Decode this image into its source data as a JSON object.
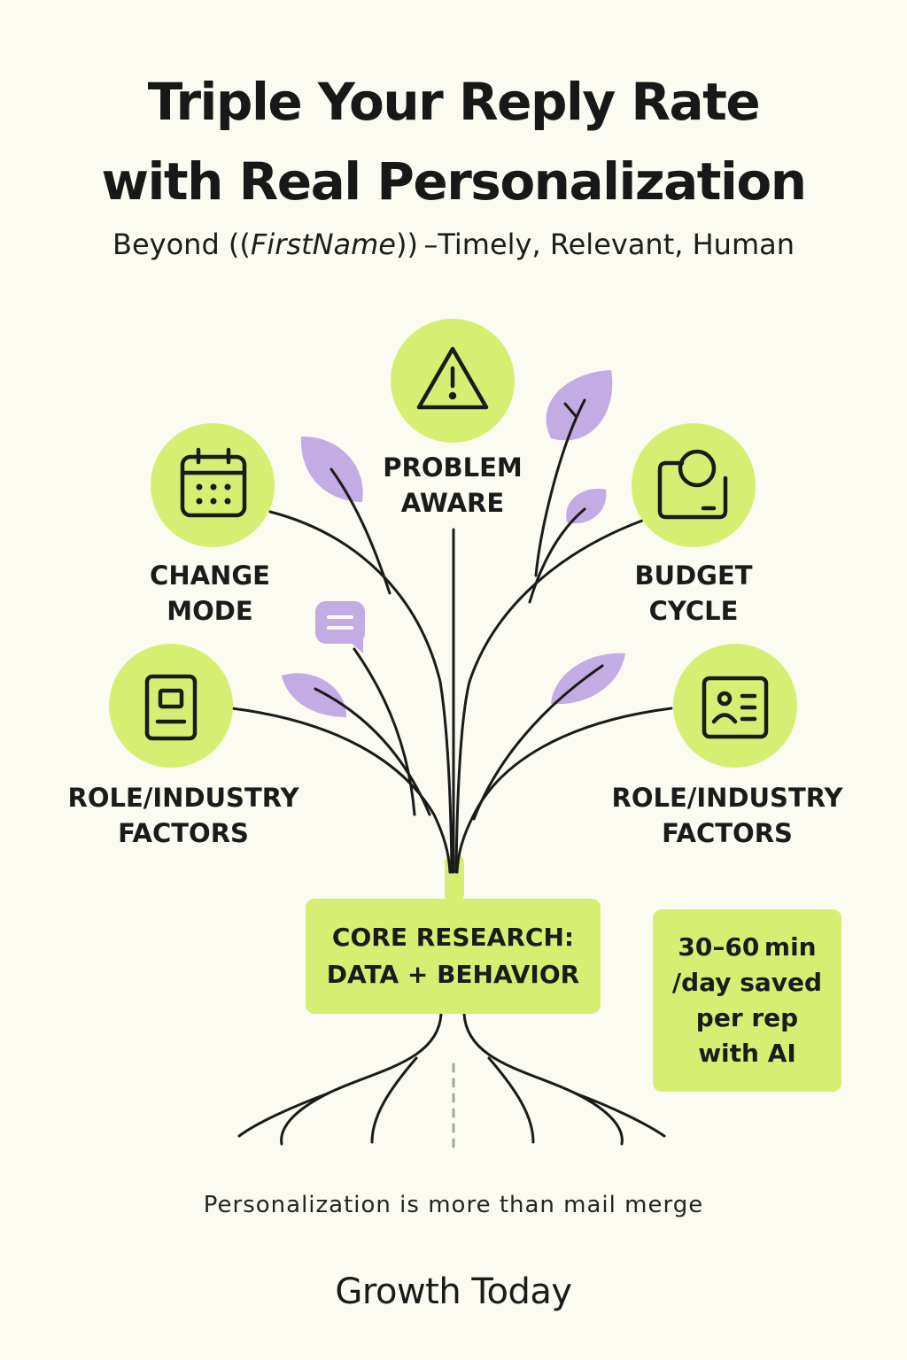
{
  "header": {
    "title_line1": "Triple Your Reply Rate",
    "title_line2": "with Real Personalization",
    "subtitle_prefix": "Beyond ((",
    "subtitle_emph": "FirstName",
    "subtitle_suffix": ")) –Timely, Relevant, Human"
  },
  "nodes": [
    {
      "id": "problem-aware",
      "icon": "warning-icon",
      "line1": "PROBLEM",
      "line2": "AWARE"
    },
    {
      "id": "change-mode",
      "icon": "calendar-icon",
      "line1": "CHANGE",
      "line2": "MODE"
    },
    {
      "id": "budget-cycle",
      "icon": "wallet-icon",
      "line1": "BUDGET",
      "line2": "CYCLE"
    },
    {
      "id": "role-industry-left",
      "icon": "document-icon",
      "line1": "ROLE/INDUSTRY",
      "line2": "FACTORS"
    },
    {
      "id": "role-industry-right",
      "icon": "id-card-icon",
      "line1": "ROLE/INDUSTRY",
      "line2": "FACTORS"
    }
  ],
  "core": {
    "line1": "CORE RESEARCH:",
    "line2": "DATA + BEHAVIOR"
  },
  "stat": {
    "line1": "30–60 min",
    "line2": "/day saved",
    "line3": "per rep",
    "line4": "with AI"
  },
  "footer": {
    "note": "Personalization is more than mail merge",
    "brand": "Growth Today"
  },
  "colors": {
    "lime": "#d6ef73",
    "lavender": "#c3abe3",
    "ink": "#1b1b1b",
    "background": "#fbfbf1"
  }
}
